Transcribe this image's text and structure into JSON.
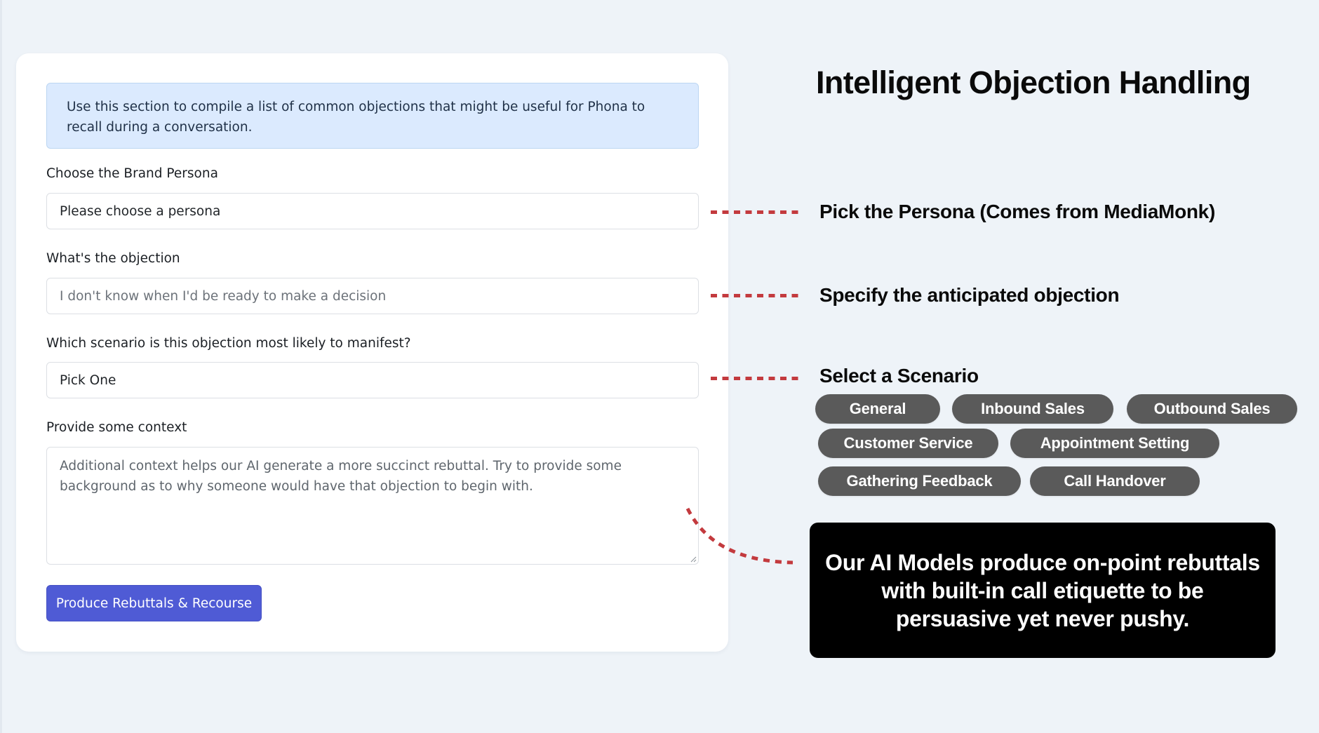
{
  "form": {
    "info_alert": "Use this section to compile a list of common objections that might be useful for Phona to recall during a conversation.",
    "persona": {
      "label": "Choose the Brand Persona",
      "value": "Please choose a persona"
    },
    "objection": {
      "label": "What's the objection",
      "placeholder": "I don't know when I'd be ready to make a decision"
    },
    "scenario": {
      "label": "Which scenario is this objection most likely to manifest?",
      "value": "Pick One"
    },
    "context": {
      "label": "Provide some context",
      "placeholder": "Additional context helps our AI generate a more succinct rebuttal. Try to provide some background as to why someone would have that objection to begin with."
    },
    "submit_label": "Produce Rebuttals & Recourse"
  },
  "annotations": {
    "title": "Intelligent Objection Handling",
    "persona_note": "Pick the Persona (Comes from MediaMonk)",
    "objection_note": "Specify the anticipated objection",
    "scenario_note": "Select a Scenario",
    "scenarios": [
      "General",
      "Inbound Sales",
      "Outbound Sales",
      "Customer Service",
      "Appointment Setting",
      "Gathering Feedback",
      "Call Handover"
    ],
    "callout": "Our AI Models produce on-point rebuttals with built-in call etiquette to be persuasive yet never pushy."
  },
  "colors": {
    "page_background": "#eef3f8",
    "alert_background": "#dbeafe",
    "primary_button": "#4f5bd5",
    "connector_dash": "#c33a3e",
    "pill_background": "#5a5a5a",
    "callout_background": "#000000"
  }
}
